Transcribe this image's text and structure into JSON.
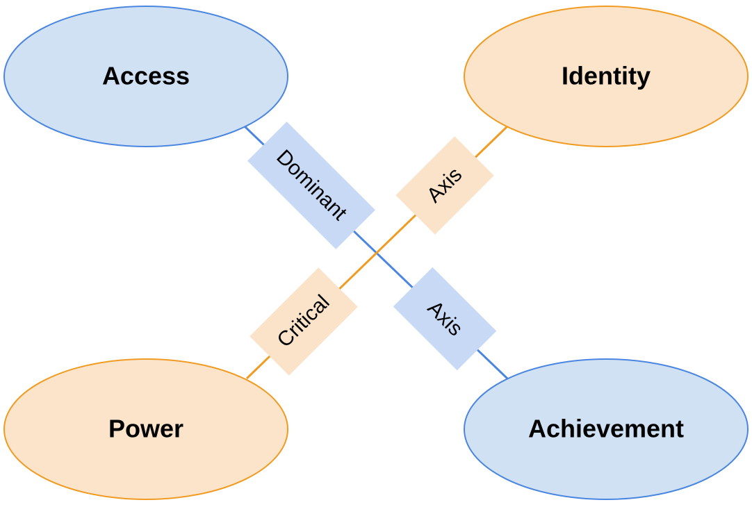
{
  "colors": {
    "blue_fill": "#d0e1f4",
    "blue_stroke": "#4a86e0",
    "orange_fill": "#fce4cb",
    "orange_stroke": "#f09b22",
    "blue_label_bg": "#c8d9f6",
    "orange_label_bg": "#fbe3c9"
  },
  "nodes": {
    "access": {
      "label": "Access",
      "theme": "blue"
    },
    "identity": {
      "label": "Identity",
      "theme": "orange"
    },
    "power": {
      "label": "Power",
      "theme": "orange"
    },
    "achievement": {
      "label": "Achievement",
      "theme": "blue"
    }
  },
  "edges": {
    "dominant_axis": {
      "from": "Access",
      "to": "Achievement",
      "theme": "blue",
      "labels": [
        "Dominant",
        "Axis"
      ]
    },
    "critical_axis": {
      "from": "Power",
      "to": "Identity",
      "theme": "orange",
      "labels": [
        "Critical",
        "Axis"
      ]
    }
  }
}
